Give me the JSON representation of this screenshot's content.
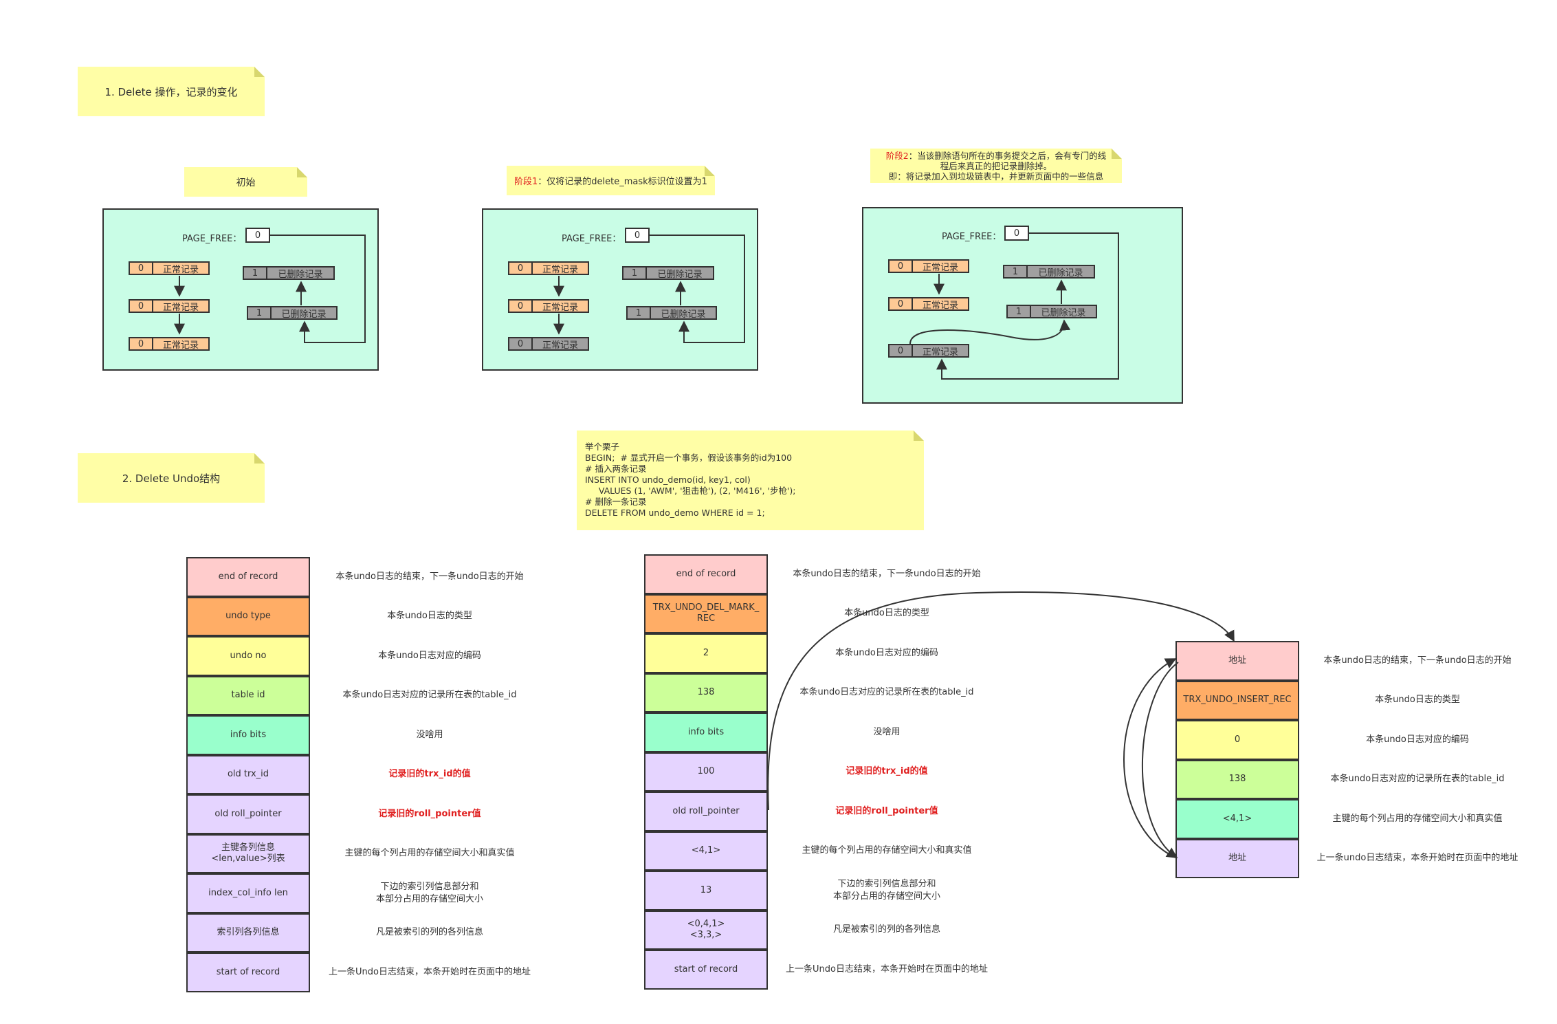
{
  "section1": {
    "title": "1. Delete 操作，记录的变化"
  },
  "section2": {
    "title": "2. Delete Undo结构"
  },
  "stage0": {
    "label": "初始"
  },
  "stage1": {
    "label_prefix": "阶段1",
    "label_rest": "：仅将记录的delete_mask标识位设置为1"
  },
  "stage2": {
    "label_prefix": "阶段2",
    "line1_rest": "：当该删除语句所在的事务提交之后，会有专门的线",
    "line2": "程后来真正的把记录删除掉。",
    "line3": "即：将记录加入到垃圾链表中，并更新页面中的一些信息"
  },
  "page_free_label": "PAGE_FREE：",
  "page_free_value": "0",
  "record_normal": "正常记录",
  "record_deleted": "已删除记录",
  "flag0": "0",
  "flag1": "1",
  "example": {
    "lines": [
      "举个栗子",
      "BEGIN;  # 显式开启一个事务，假设该事务的id为100",
      "# 插入两条记录",
      "INSERT INTO undo_demo(id, key1, col)",
      "     VALUES (1, 'AWM', '狙击枪'), (2, 'M416', '步枪');",
      "# 删除一条记录",
      "DELETE FROM undo_demo WHERE id = 1;"
    ]
  },
  "undo_structure": {
    "fields": [
      "end of record",
      "undo type",
      "undo no",
      "table id",
      "info bits",
      "old trx_id",
      "old roll_pointer",
      "主键各列信息\n<len,value>列表",
      "index_col_info len",
      "索引列各列信息",
      "start of record"
    ],
    "descriptions": [
      "本条undo日志的结束，下一条undo日志的开始",
      "本条undo日志的类型",
      "本条undo日志对应的编码",
      "本条undo日志对应的记录所在表的table_id",
      "没啥用",
      "记录旧的trx_id的值",
      "记录旧的roll_pointer值",
      "主键的每个列占用的存储空间大小和真实值",
      "下边的索引列信息部分和\n本部分占用的存储空间大小",
      "凡是被索引的列的各列信息",
      "上一条Undo日志结束，本条开始时在页面中的地址"
    ]
  },
  "undo_example": {
    "fields": [
      "end of record",
      "TRX_UNDO_DEL_MARK_\nREC",
      "2",
      "138",
      "info bits",
      "100",
      "old roll_pointer",
      "<4,1>",
      "13",
      "<0,4,1>\n<3,3,>",
      "start of record"
    ],
    "descriptions": [
      "本条undo日志的结束，下一条undo日志的开始",
      "本条undo日志的类型",
      "本条undo日志对应的编码",
      "本条undo日志对应的记录所在表的table_id",
      "没啥用",
      "记录旧的trx_id的值",
      "记录旧的roll_pointer值",
      "主键的每个列占用的存储空间大小和真实值",
      "下边的索引列信息部分和\n本部分占用的存储空间大小",
      "凡是被索引的列的各列信息",
      "上一条Undo日志结束，本条开始时在页面中的地址"
    ]
  },
  "insert_undo": {
    "fields": [
      "地址",
      "TRX_UNDO_INSERT_REC",
      "0",
      "138",
      "<4,1>",
      "地址"
    ],
    "descriptions": [
      "本条undo日志的结束，下一条undo日志的开始",
      "本条undo日志的类型",
      "本条undo日志对应的编码",
      "本条undo日志对应的记录所在表的table_id",
      "主键的每个列占用的存储空间大小和真实值",
      "上一条undo日志结束，本条开始时在页面中的地址"
    ]
  },
  "colors": {
    "panel_bg": "#c9fde6",
    "note_bg": "#fffea6",
    "normal_record": "#fdc995",
    "deleted_record": "#a0a0a0",
    "highlight_red": "#e02020"
  }
}
